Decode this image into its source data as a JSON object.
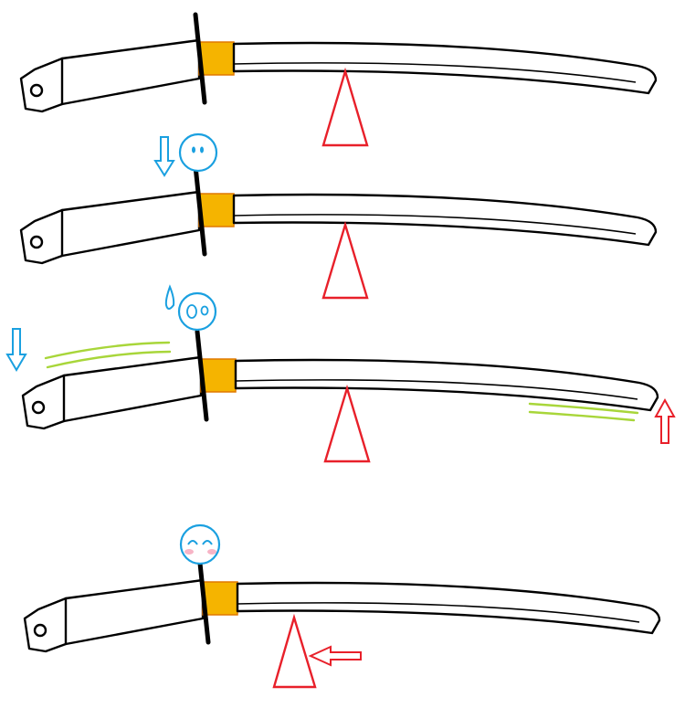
{
  "colors": {
    "collar": "#f5b400",
    "collar_edge": "#e07800",
    "fulcrum": "#e8202a",
    "character": "#1aa0e0",
    "motion_lines": "#a8d63a",
    "blush": "#f7b4c6",
    "outline": "#000000"
  },
  "panels": [
    {
      "id": "balanced",
      "character": "none",
      "arrows": [],
      "motion_lines": false,
      "blade_tilt_deg": 0,
      "fulcrum_shift": "center"
    },
    {
      "id": "press-down",
      "character": "neutral",
      "arrows": [
        "down-left"
      ],
      "motion_lines": false,
      "blade_tilt_deg": 0,
      "fulcrum_shift": "center"
    },
    {
      "id": "tip-rises",
      "character": "surprised-sweat",
      "arrows": [
        "down-left",
        "up-right"
      ],
      "motion_lines": true,
      "blade_tilt_deg": -2,
      "fulcrum_shift": "center"
    },
    {
      "id": "fulcrum-moved",
      "character": "happy-blush",
      "arrows": [
        "left-into-fulcrum"
      ],
      "motion_lines": false,
      "blade_tilt_deg": 0,
      "fulcrum_shift": "toward-hilt"
    }
  ]
}
